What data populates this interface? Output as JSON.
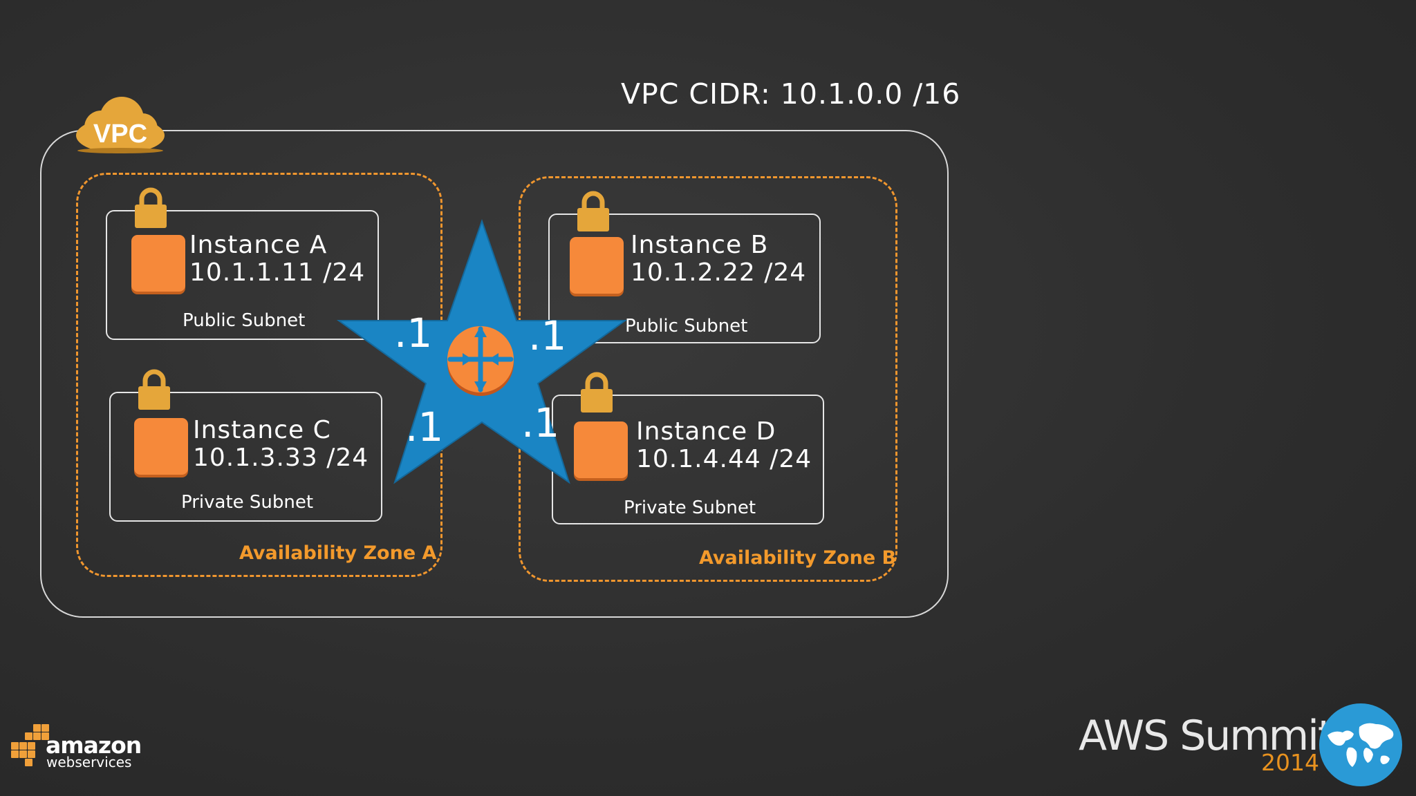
{
  "diagram": {
    "cidr_label": "VPC CIDR: 10.1.0.0 /16",
    "vpc_badge": "VPC",
    "zones": [
      {
        "label": "Availability Zone A"
      },
      {
        "label": "Availability Zone B"
      }
    ],
    "instances": [
      {
        "name": "Instance A",
        "ip": "10.1.1.11 /24",
        "subnet": "Public Subnet"
      },
      {
        "name": "Instance B",
        "ip": "10.1.2.22 /24",
        "subnet": "Public Subnet"
      },
      {
        "name": "Instance C",
        "ip": "10.1.3.33 /24",
        "subnet": "Private Subnet"
      },
      {
        "name": "Instance D",
        "ip": "10.1.4.44 /24",
        "subnet": "Private Subnet"
      }
    ],
    "router_addresses": [
      ".1",
      ".1",
      ".1",
      ".1"
    ],
    "router_icon": "router-icon",
    "colors": {
      "accent_orange": "#f39a2c",
      "instance_orange": "#f6893a",
      "router_star_blue": "#1a85c4",
      "vpc_cloud_gold": "#e5a63a"
    }
  },
  "branding": {
    "amazon": "amazon",
    "web_services": "webservices",
    "summit": "AWS Summits",
    "year": "2014"
  }
}
